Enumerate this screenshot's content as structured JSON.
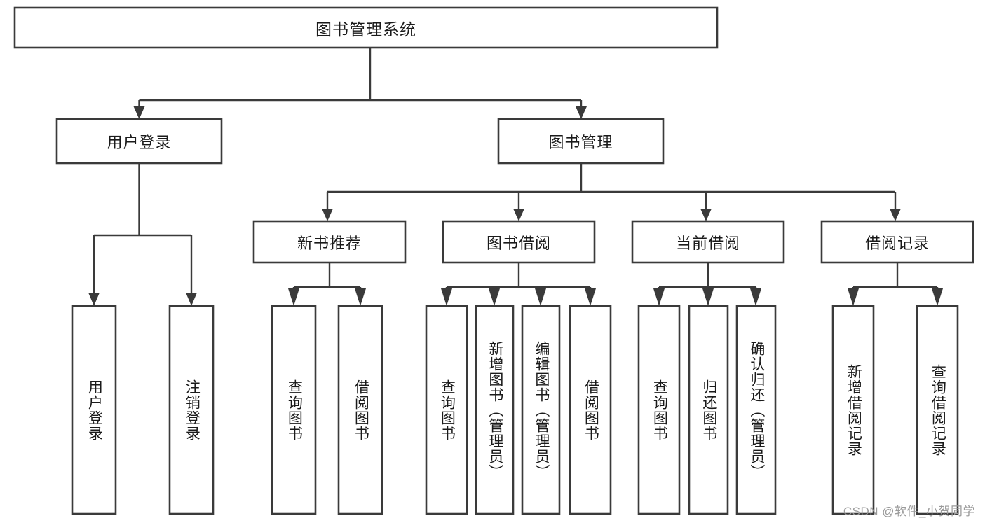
{
  "diagram": {
    "type": "tree-hierarchy",
    "title": "图书管理系统",
    "watermark": "CSDN @软件_小贺同学",
    "colors": {
      "box_stroke": "#3a3a3a",
      "box_fill": "#ffffff",
      "text": "#1a1a1a",
      "background": "#ffffff",
      "watermark": "#9a9a9a"
    },
    "levels": {
      "root": {
        "id": "root",
        "label": "图书管理系统",
        "orientation": "horizontal"
      },
      "level2": [
        {
          "id": "user-login",
          "label": "用户登录",
          "orientation": "horizontal"
        },
        {
          "id": "book-management",
          "label": "图书管理",
          "orientation": "horizontal"
        }
      ],
      "level3": [
        {
          "id": "new-book-recommend",
          "label": "新书推荐",
          "orientation": "horizontal",
          "parent": "book-management"
        },
        {
          "id": "book-borrow",
          "label": "图书借阅",
          "orientation": "horizontal",
          "parent": "book-management"
        },
        {
          "id": "current-borrow",
          "label": "当前借阅",
          "orientation": "horizontal",
          "parent": "book-management"
        },
        {
          "id": "borrow-record",
          "label": "借阅记录",
          "orientation": "horizontal",
          "parent": "book-management"
        }
      ],
      "leaves": [
        {
          "id": "leaf-user-login",
          "label": "用户登录",
          "orientation": "vertical",
          "parent": "user-login"
        },
        {
          "id": "leaf-logout-login",
          "label": "注销登录",
          "orientation": "vertical",
          "parent": "user-login"
        },
        {
          "id": "leaf-query-book-1",
          "label": "查询图书",
          "orientation": "vertical",
          "parent": "new-book-recommend"
        },
        {
          "id": "leaf-borrow-book-1",
          "label": "借阅图书",
          "orientation": "vertical",
          "parent": "new-book-recommend"
        },
        {
          "id": "leaf-query-book-2",
          "label": "查询图书",
          "orientation": "vertical",
          "parent": "book-borrow"
        },
        {
          "id": "leaf-add-book",
          "label": "新增图书（管理员）",
          "orientation": "vertical",
          "parent": "book-borrow"
        },
        {
          "id": "leaf-edit-book",
          "label": "编辑图书（管理员）",
          "orientation": "vertical",
          "parent": "book-borrow"
        },
        {
          "id": "leaf-borrow-book-2",
          "label": "借阅图书",
          "orientation": "vertical",
          "parent": "book-borrow"
        },
        {
          "id": "leaf-query-book-3",
          "label": "查询图书",
          "orientation": "vertical",
          "parent": "current-borrow"
        },
        {
          "id": "leaf-return-book",
          "label": "归还图书",
          "orientation": "vertical",
          "parent": "current-borrow"
        },
        {
          "id": "leaf-confirm-return",
          "label": "确认归还（管理员）",
          "orientation": "vertical",
          "parent": "current-borrow"
        },
        {
          "id": "leaf-add-record",
          "label": "新增借阅记录",
          "orientation": "vertical",
          "parent": "borrow-record"
        },
        {
          "id": "leaf-query-record",
          "label": "查询借阅记录",
          "orientation": "vertical",
          "parent": "borrow-record"
        }
      ]
    }
  }
}
